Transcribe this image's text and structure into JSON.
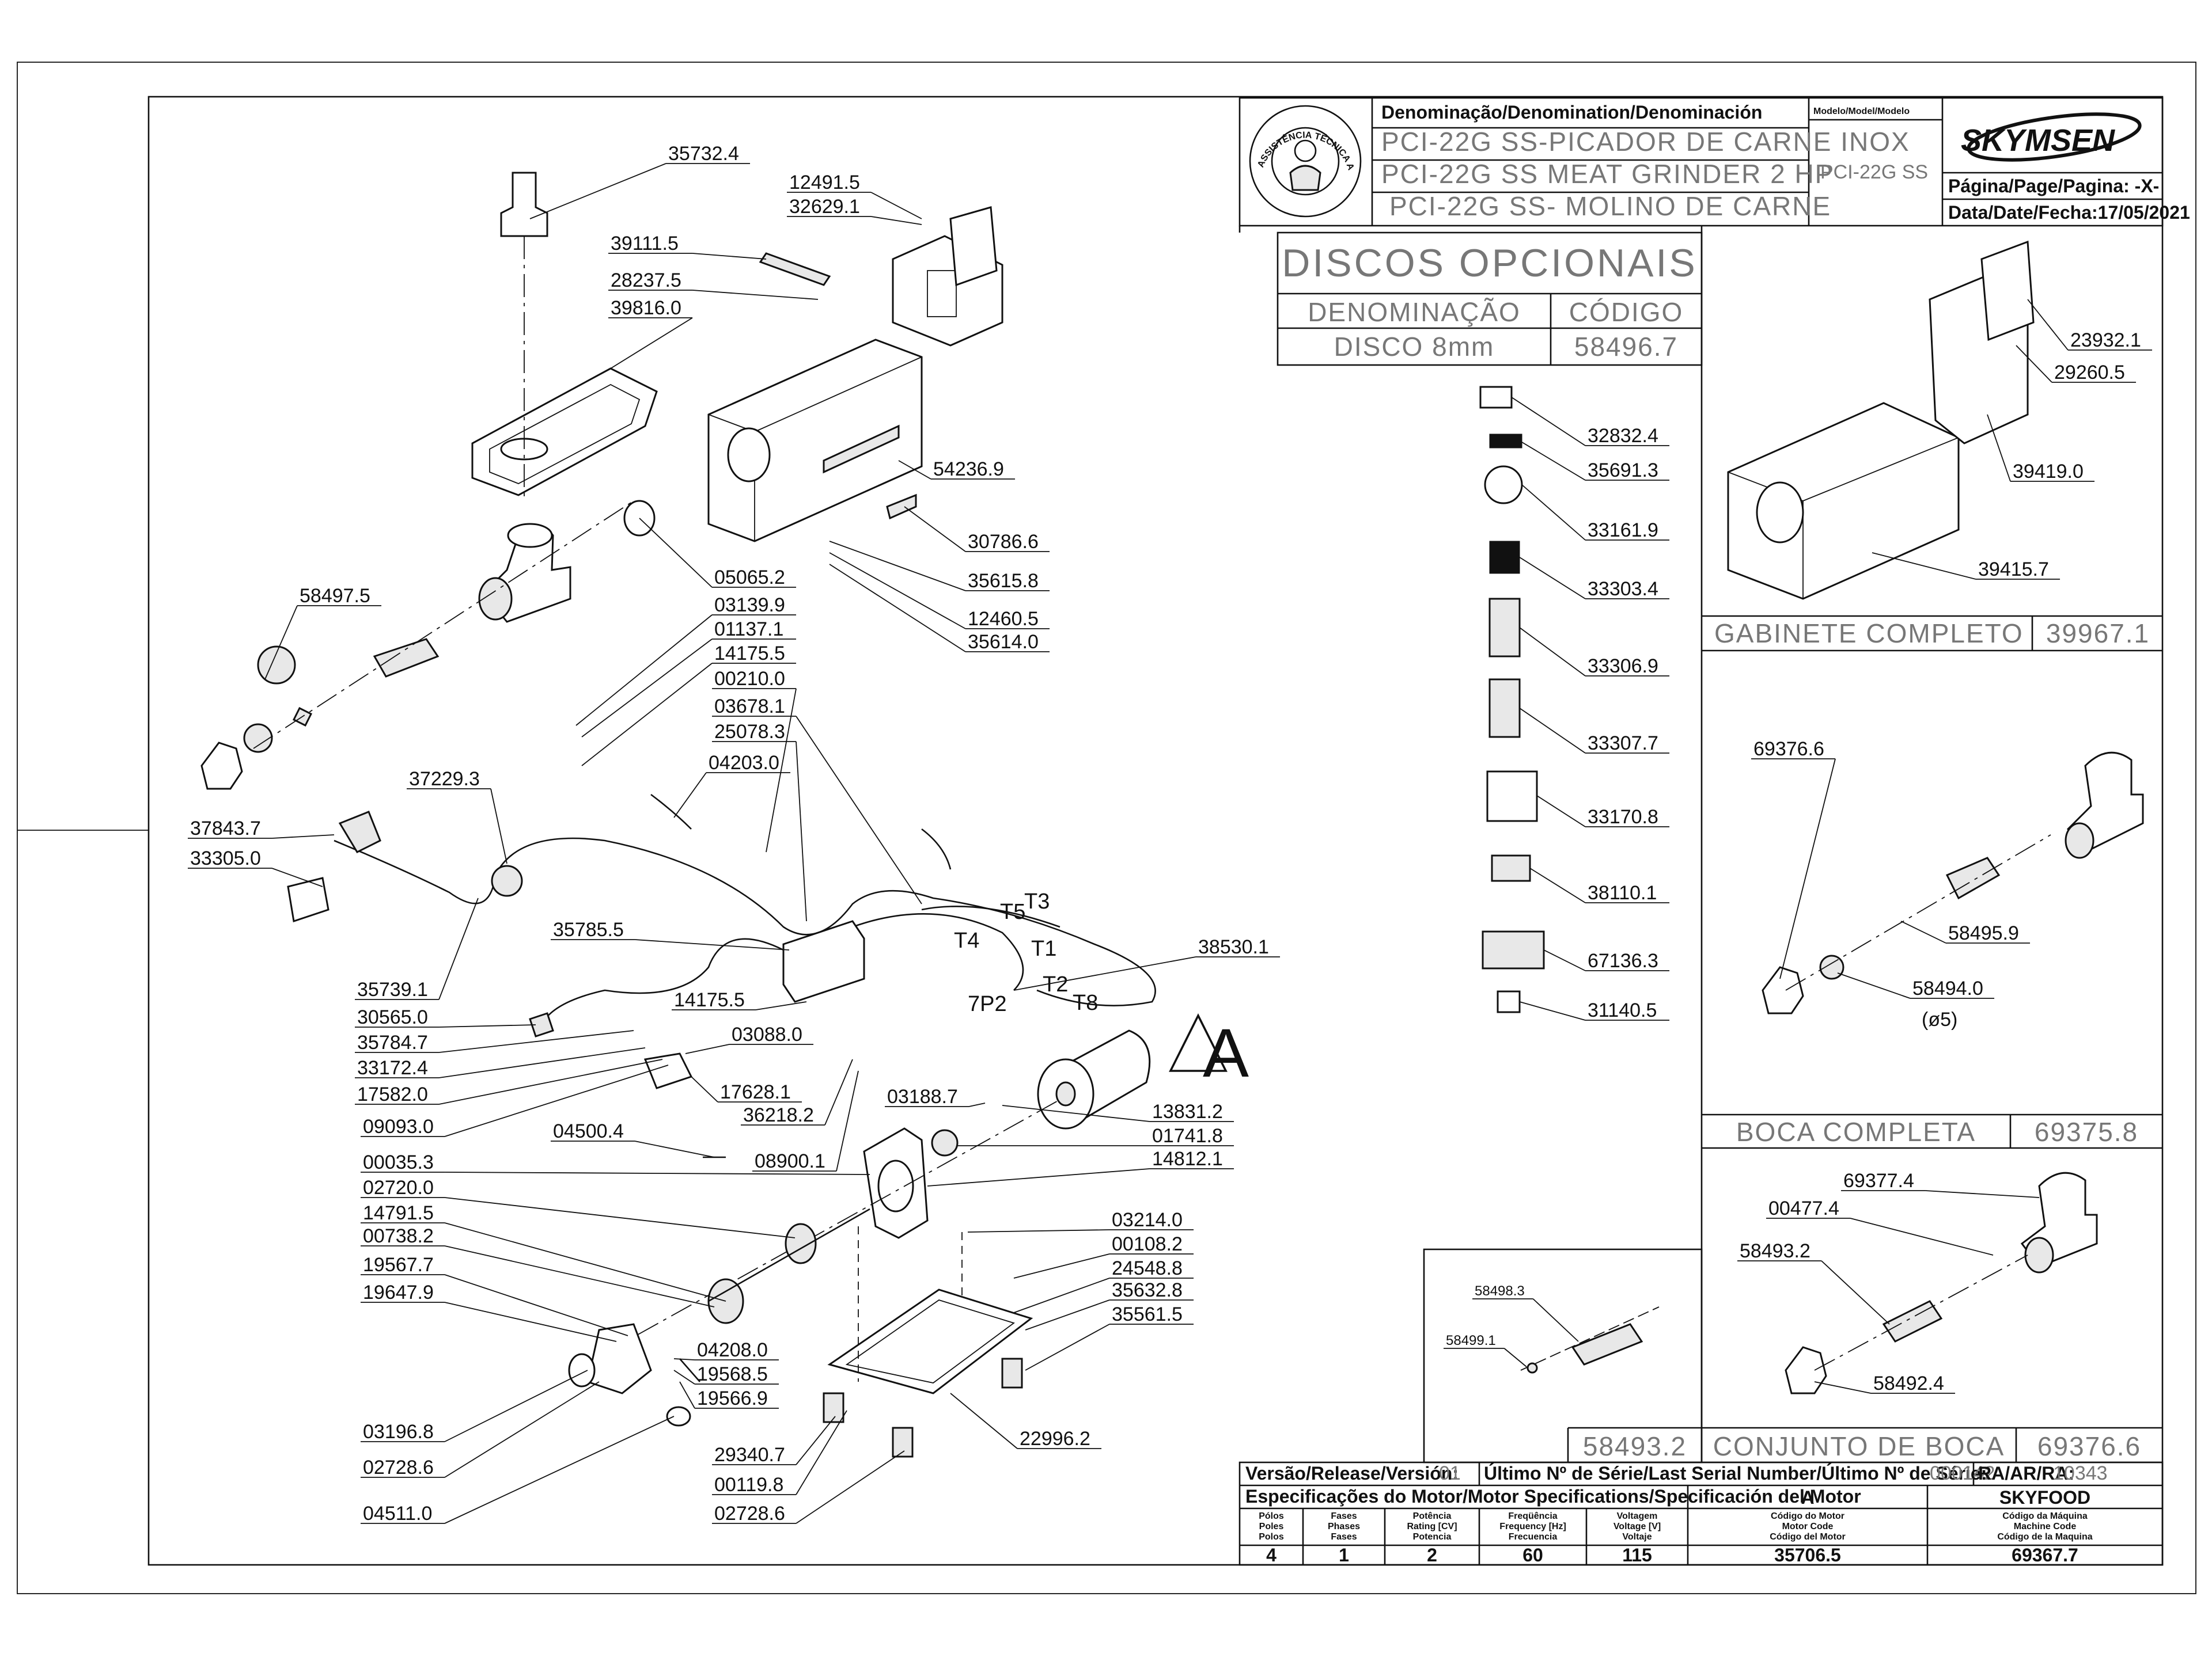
{
  "title_block": {
    "denomination_header": "Denominação/Denomination/Denominación",
    "model_header": "Modelo/Model/Modelo",
    "names": [
      "PCI-22G SS-PICADOR DE CARNE INOX",
      "PCI-22G SS MEAT GRINDER 2 HP",
      "PCI-22G SS- MOLINO DE CARNE"
    ],
    "model_value": "PCI-22G SS",
    "brand": "SKYMSEN",
    "page_label": "Página/Page/Pagina: -X-",
    "date_label": "Data/Date/Fecha:17/05/2021",
    "seal_text": "ASSISTÊNCIA TÉCNICA AUTORIZADA"
  },
  "discos": {
    "title": "DISCOS OPCIONAIS",
    "col_name": "DENOMINAÇÃO",
    "col_code": "CÓDIGO",
    "rows": [
      {
        "name": "DISCO 8mm",
        "code": "58496.7"
      }
    ]
  },
  "assemblies": {
    "gabinete": {
      "label": "GABINETE COMPLETO",
      "code": "39967.1"
    },
    "boca": {
      "label": "BOCA COMPLETA",
      "code": "69375.8"
    },
    "conjunto": {
      "label": "CONJUNTO DE BOCA",
      "code": "69376.6",
      "sub_code": "58493.2"
    },
    "detail_58494": "(ø5)"
  },
  "footer": {
    "version_label": "Versão/Release/Versión:",
    "version_value": "01",
    "serial_label": "Último Nº de Série/Last Serial Number/Último Nº de Série:",
    "serial_value": "000142",
    "ra_label": "RA/AR/RA:",
    "ra_value": "10343",
    "motor_spec_label": "Especificações do Motor/Motor Specifications/Specificación del Motor",
    "motor_variant": "A",
    "manufacturer": "SKYFOOD",
    "cols": [
      {
        "h1": "Pólos",
        "h2": "Poles",
        "h3": "Polos",
        "value": "4"
      },
      {
        "h1": "Fases",
        "h2": "Phases",
        "h3": "Fases",
        "value": "1"
      },
      {
        "h1": "Potência",
        "h2": "Rating [CV]",
        "h3": "Potencia",
        "value": "2"
      },
      {
        "h1": "Freqüência",
        "h2": "Frequency [Hz]",
        "h3": "Frecuencia",
        "value": "60"
      },
      {
        "h1": "Voltagem",
        "h2": "Voltage [V]",
        "h3": "Voltaje",
        "value": "115"
      },
      {
        "h1": "Código do Motor",
        "h2": "Motor Code",
        "h3": "Código del Motor",
        "value": "35706.5"
      },
      {
        "h1": "Código da Máquina",
        "h2": "Machine Code",
        "h3": "Código de la Maquina",
        "value": "69367.7"
      }
    ]
  },
  "wire_labels": [
    "T3",
    "T5",
    "T4",
    "T1",
    "7P2",
    "T2",
    "T8"
  ],
  "motor_mark": "A",
  "main_labels": [
    "35732.4",
    "12491.5",
    "32629.1",
    "39111.5",
    "28237.5",
    "39816.0",
    "54236.9",
    "30786.6",
    "35615.8",
    "12460.5",
    "35614.0",
    "05065.2",
    "03139.9",
    "01137.1",
    "14175.5",
    "00210.0",
    "03678.1",
    "25078.3",
    "04203.0",
    "58497.5",
    "37229.3",
    "37843.7",
    "33305.0",
    "35785.5",
    "35739.1",
    "30565.0",
    "35784.7",
    "33172.4",
    "17582.0",
    "09093.0",
    "14175.5",
    "03088.0",
    "17628.1",
    "36218.2",
    "38530.1",
    "03188.7",
    "13831.2",
    "01741.8",
    "14812.1",
    "04500.4",
    "08900.1",
    "00035.3",
    "02720.0",
    "14791.5",
    "00738.2",
    "19567.7",
    "19647.9",
    "03214.0",
    "00108.2",
    "24548.8",
    "35632.8",
    "35561.5",
    "04208.0",
    "19568.5",
    "19566.9",
    "03196.8",
    "02728.6",
    "04511.0",
    "29340.7",
    "00119.8",
    "02728.6",
    "22996.2"
  ],
  "sticker_labels": [
    "32832.4",
    "35691.3",
    "33161.9",
    "33303.4",
    "33306.9",
    "33307.7",
    "33170.8",
    "38110.1",
    "67136.3",
    "31140.5"
  ],
  "gabinete_labels": [
    "23932.1",
    "29260.5",
    "39419.0",
    "39415.7"
  ],
  "boca_labels": [
    "69376.6",
    "58495.9",
    "58494.0"
  ],
  "conjunto_labels": [
    "69377.4",
    "00477.4",
    "58493.2",
    "58492.4"
  ],
  "inset_labels": [
    "58498.3",
    "58499.1"
  ]
}
